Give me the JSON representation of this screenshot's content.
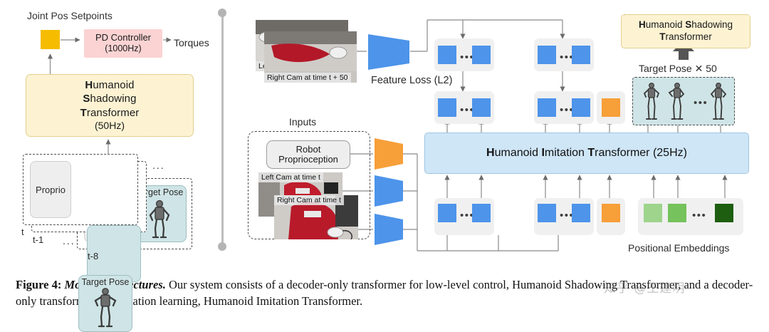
{
  "figure": {
    "caption_prefix": "Figure 4:",
    "caption_title": "Model Architectures.",
    "caption_body": "Our system consists of a decoder-only transformer for low-level control, Humanoid Shadowing Transformer, and a decoder-only transformer for imitation learning, Humanoid Imitation Transformer.",
    "watermark": "知乎 @王建明"
  },
  "left_panel": {
    "setpoints_label": "Joint Pos Setpoints",
    "pd_controller": {
      "name": "PD Controller",
      "rate": "(1000Hz)"
    },
    "torques_label": "Torques",
    "shadowing_transformer": {
      "line1_bold": "H",
      "line1_rest": "umanoid",
      "line2_bold": "S",
      "line2_rest": "hadowing",
      "line3_bold": "T",
      "line3_rest": "ransformer",
      "rate": "(50Hz)"
    },
    "proprio_label": "Proprio",
    "target_pose_label": "Target Pose",
    "timesteps": [
      "t",
      "t-1",
      "t-8"
    ],
    "ellipsis": "...",
    "ellipsis_top": "..."
  },
  "right_panel": {
    "feature_loss_label": "Feature Loss (L2)",
    "inputs_label": "Inputs",
    "robot_proprioception": {
      "line1": "Robot",
      "line2": "Proprioception"
    },
    "cameras": {
      "left_future": "Left Cam at time t + 50",
      "right_future": "Right Cam at time t + 50",
      "left_now": "Left Cam at time t",
      "right_now": "Right Cam at time t"
    },
    "imitation_transformer": {
      "b1": "H",
      "r1": "umanoid ",
      "b2": "I",
      "r2": "mitation ",
      "b3": "T",
      "r3": "ransformer (25Hz)"
    },
    "shadowing_transformer": {
      "b1": "H",
      "r1": "umanoid  ",
      "b2": "S",
      "r2": "hadowing",
      "b3": "T",
      "r3": "ransformer"
    },
    "target_pose_x50": "Target Pose ✕ 50",
    "positional_embeddings_label": "Positional Embeddings",
    "token_dots": "•••"
  },
  "colors": {
    "amber_square": "#f5bc00",
    "pd_pink": "#fbd3d3",
    "shadowing_yellow": "#fdf3d3",
    "imitation_blue": "#cfe6f7",
    "token_blue": "#4d94ea",
    "token_orange": "#f79f39",
    "pos_green_light": "#9ed48c",
    "pos_green_mid": "#76c25c",
    "pos_green_dark": "#1d5e10",
    "pose_teal": "#cfe4e6",
    "group_gray": "#f0f0f0"
  }
}
